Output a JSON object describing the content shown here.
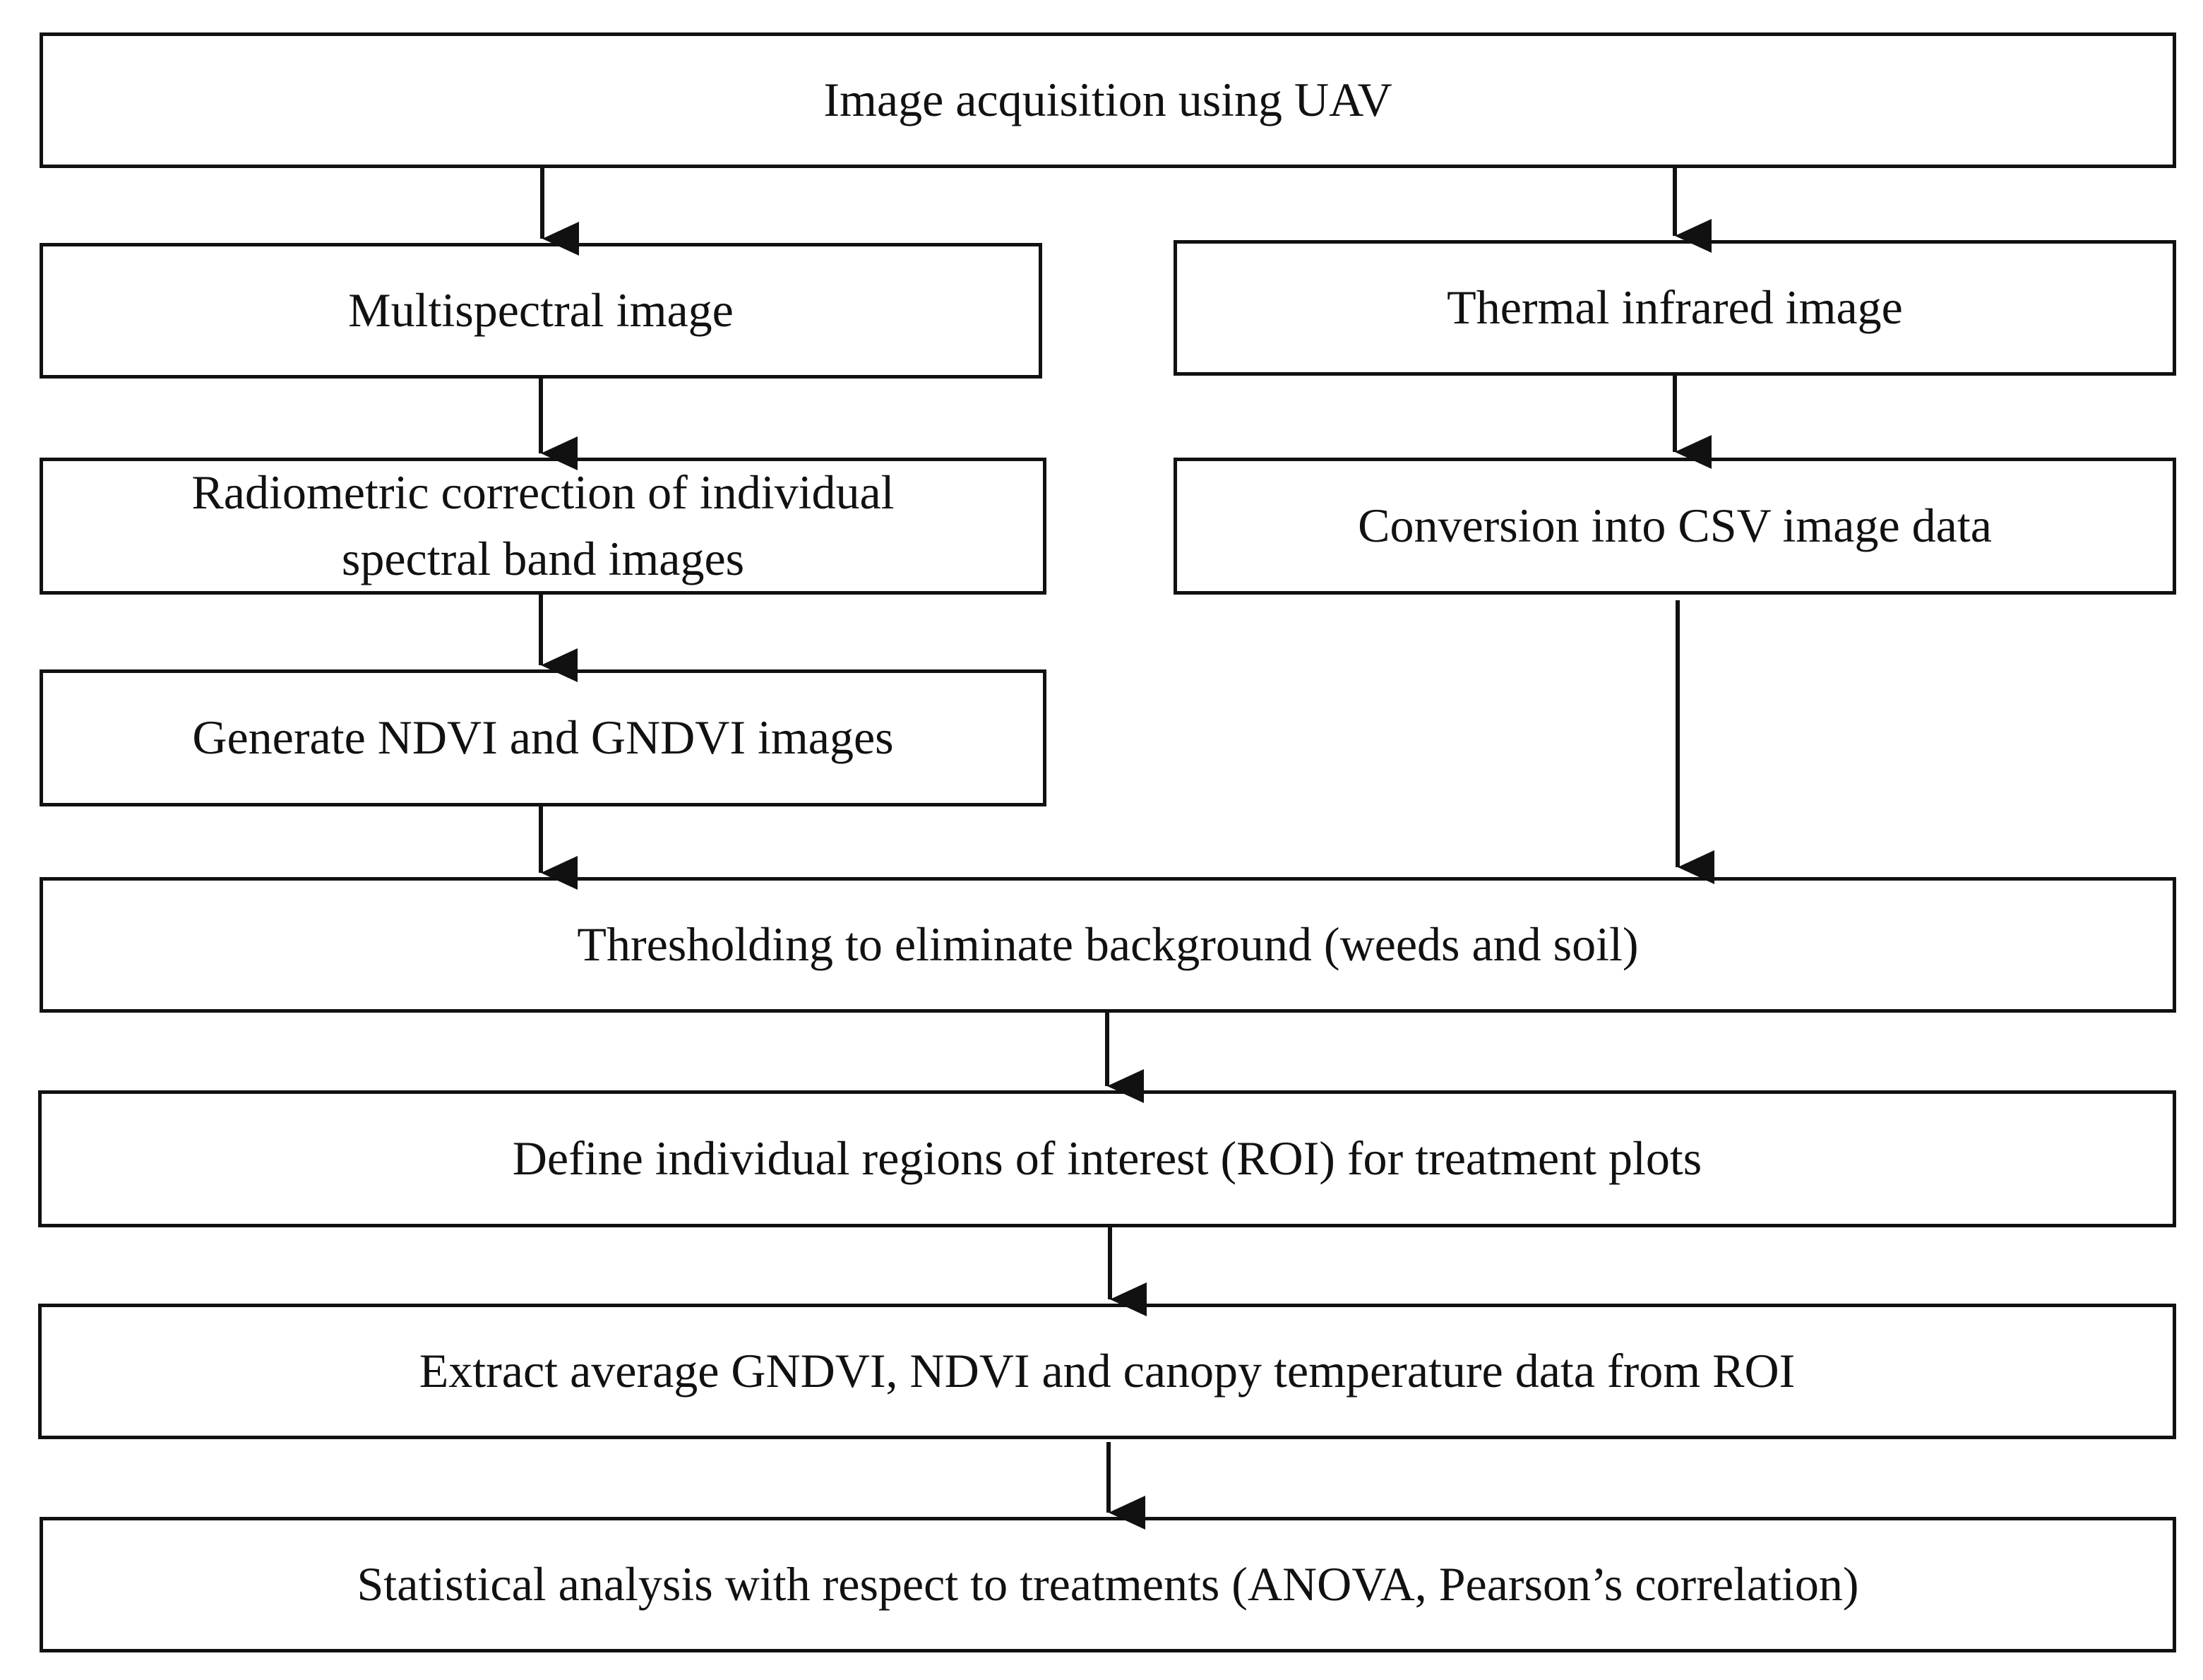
{
  "flowchart": {
    "steps": {
      "image_acquisition": "Image acquisition using UAV",
      "multispectral_image": "Multispectral image",
      "thermal_infrared_image": "Thermal infrared image",
      "radiometric_correction": "Radiometric correction of individual\nspectral band images",
      "conversion_csv": "Conversion into CSV image data",
      "generate_ndvi_gndvi": "Generate NDVI and GNDVI images",
      "thresholding": "Thresholding to eliminate background (weeds and soil)",
      "define_roi": "Define individual regions of interest (ROI) for treatment plots",
      "extract_average": "Extract average GNDVI, NDVI and canopy temperature data from ROI",
      "statistical_analysis": "Statistical analysis with respect to treatments (ANOVA, Pearson’s correlation)"
    },
    "connections": [
      {
        "from": "image_acquisition",
        "to": "multispectral_image"
      },
      {
        "from": "image_acquisition",
        "to": "thermal_infrared_image"
      },
      {
        "from": "multispectral_image",
        "to": "radiometric_correction"
      },
      {
        "from": "radiometric_correction",
        "to": "generate_ndvi_gndvi"
      },
      {
        "from": "generate_ndvi_gndvi",
        "to": "thresholding"
      },
      {
        "from": "thermal_infrared_image",
        "to": "conversion_csv"
      },
      {
        "from": "conversion_csv",
        "to": "thresholding"
      },
      {
        "from": "thresholding",
        "to": "define_roi"
      },
      {
        "from": "define_roi",
        "to": "extract_average"
      },
      {
        "from": "extract_average",
        "to": "statistical_analysis"
      }
    ]
  }
}
